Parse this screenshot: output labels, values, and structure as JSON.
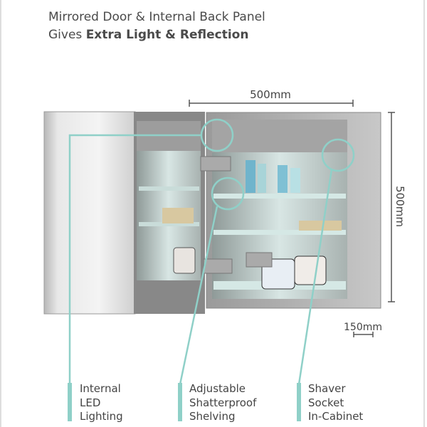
{
  "headline": {
    "line1": "Mirrored Door & Internal Back Panel",
    "line2_prefix": "Gives ",
    "line2_bold": "Extra Light & Reflection"
  },
  "dimensions": {
    "width": "500mm",
    "height": "500mm",
    "depth": "150mm"
  },
  "features": [
    {
      "lines": [
        "Internal",
        "LED",
        "Lighting"
      ]
    },
    {
      "lines": [
        "Adjustable",
        "Shatterproof",
        "Shelving"
      ]
    },
    {
      "lines": [
        "Shaver",
        "Socket",
        "In-Cabinet"
      ]
    }
  ],
  "colors": {
    "accent": "#8fd0c8",
    "text": "#4a4a4a"
  }
}
